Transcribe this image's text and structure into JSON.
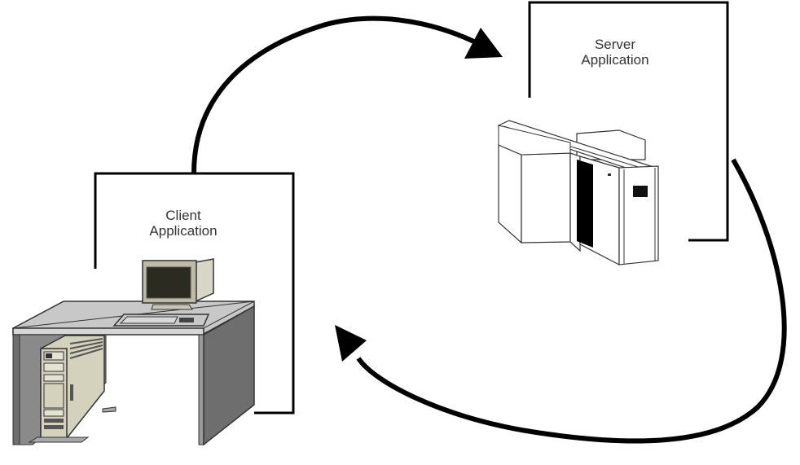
{
  "diagram": {
    "title": "Client/Server Application Communication",
    "nodes": [
      {
        "id": "client",
        "label_line1": "Client",
        "label_line2": "Application",
        "device": "desktop-workstation"
      },
      {
        "id": "server",
        "label_line1": "Server",
        "label_line2": "Application",
        "device": "mainframe-server"
      }
    ],
    "edges": [
      {
        "from": "client",
        "to": "server",
        "kind": "request-arrow"
      },
      {
        "from": "server",
        "to": "client",
        "kind": "response-arrow"
      }
    ],
    "colors": {
      "line": "#000000",
      "desk_top": "#c8c8c8",
      "desk_side": "#6e6e6e",
      "tower": "#d4d2bc",
      "monitor_screen": "#2b2b22",
      "monitor_body": "#d8d6c6",
      "server_body": "#ffffff",
      "server_panel": "#000000"
    }
  }
}
